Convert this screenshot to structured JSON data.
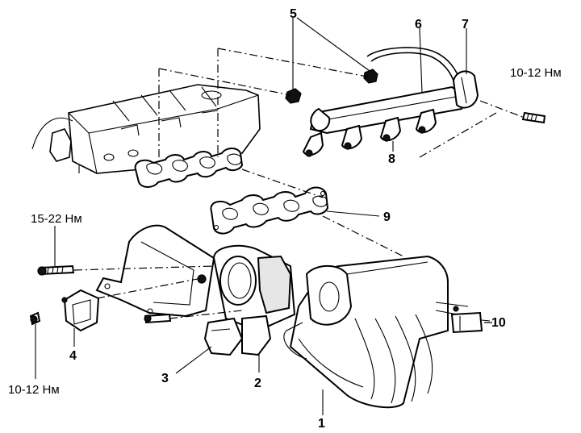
{
  "callouts": {
    "c1": "1",
    "c2": "2",
    "c3": "3",
    "c4": "4",
    "c5": "5",
    "c6": "6",
    "c7": "7",
    "c8": "8",
    "c9": "9",
    "c10": "10"
  },
  "torque": {
    "top_right": "10-12 Нм",
    "left_upper": "15-22 Нм",
    "left_lower": "10-12 Нм"
  }
}
